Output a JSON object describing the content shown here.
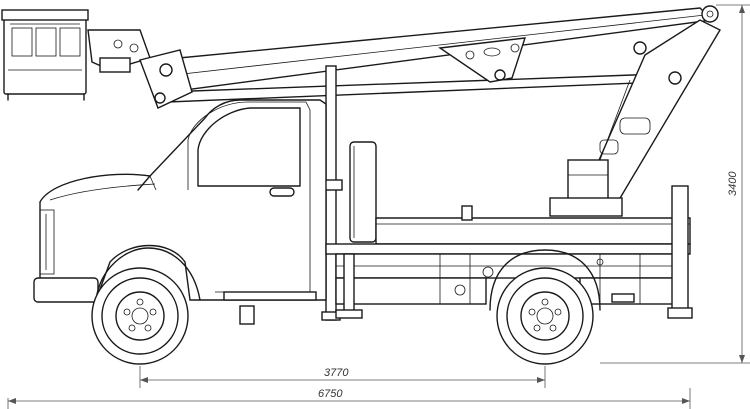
{
  "dimensions": {
    "wheelbase": "3770",
    "overall_length": "6750",
    "height": "3400"
  }
}
